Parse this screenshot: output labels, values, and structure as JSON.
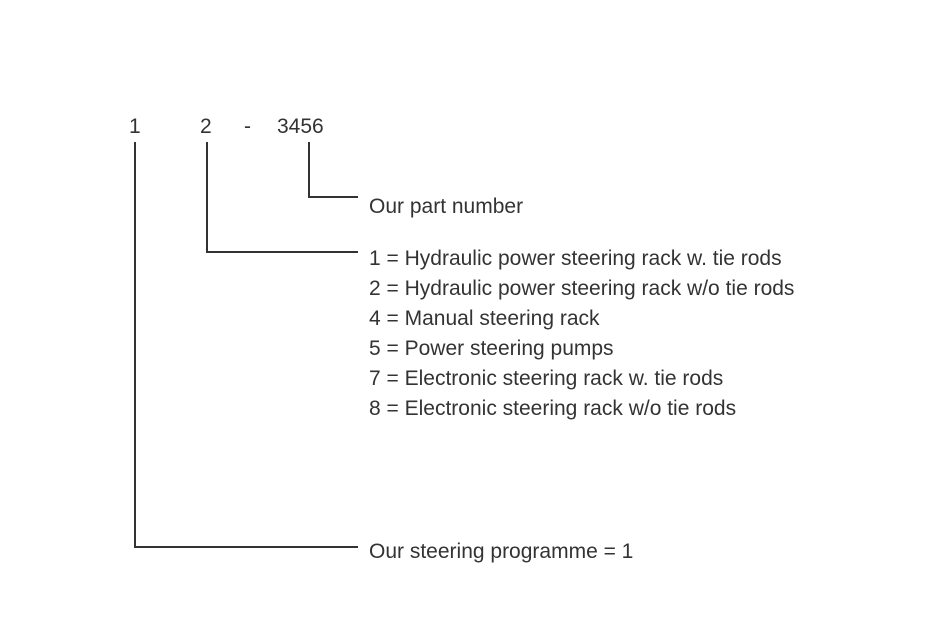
{
  "code": {
    "d1": "1",
    "d2": "2",
    "dash": "-",
    "rest": "3456"
  },
  "labels": {
    "part_number": "Our part number",
    "programme": "Our steering programme = 1"
  },
  "types": [
    "1 = Hydraulic power steering rack w. tie rods",
    "2 = Hydraulic power steering rack w/o tie rods",
    "4 = Manual steering rack",
    "5 = Power steering pumps",
    "7 = Electronic steering rack w. tie rods",
    "8 = Electronic steering rack w/o tie rods"
  ],
  "colors": {
    "line": "#333333",
    "text": "#333333"
  }
}
